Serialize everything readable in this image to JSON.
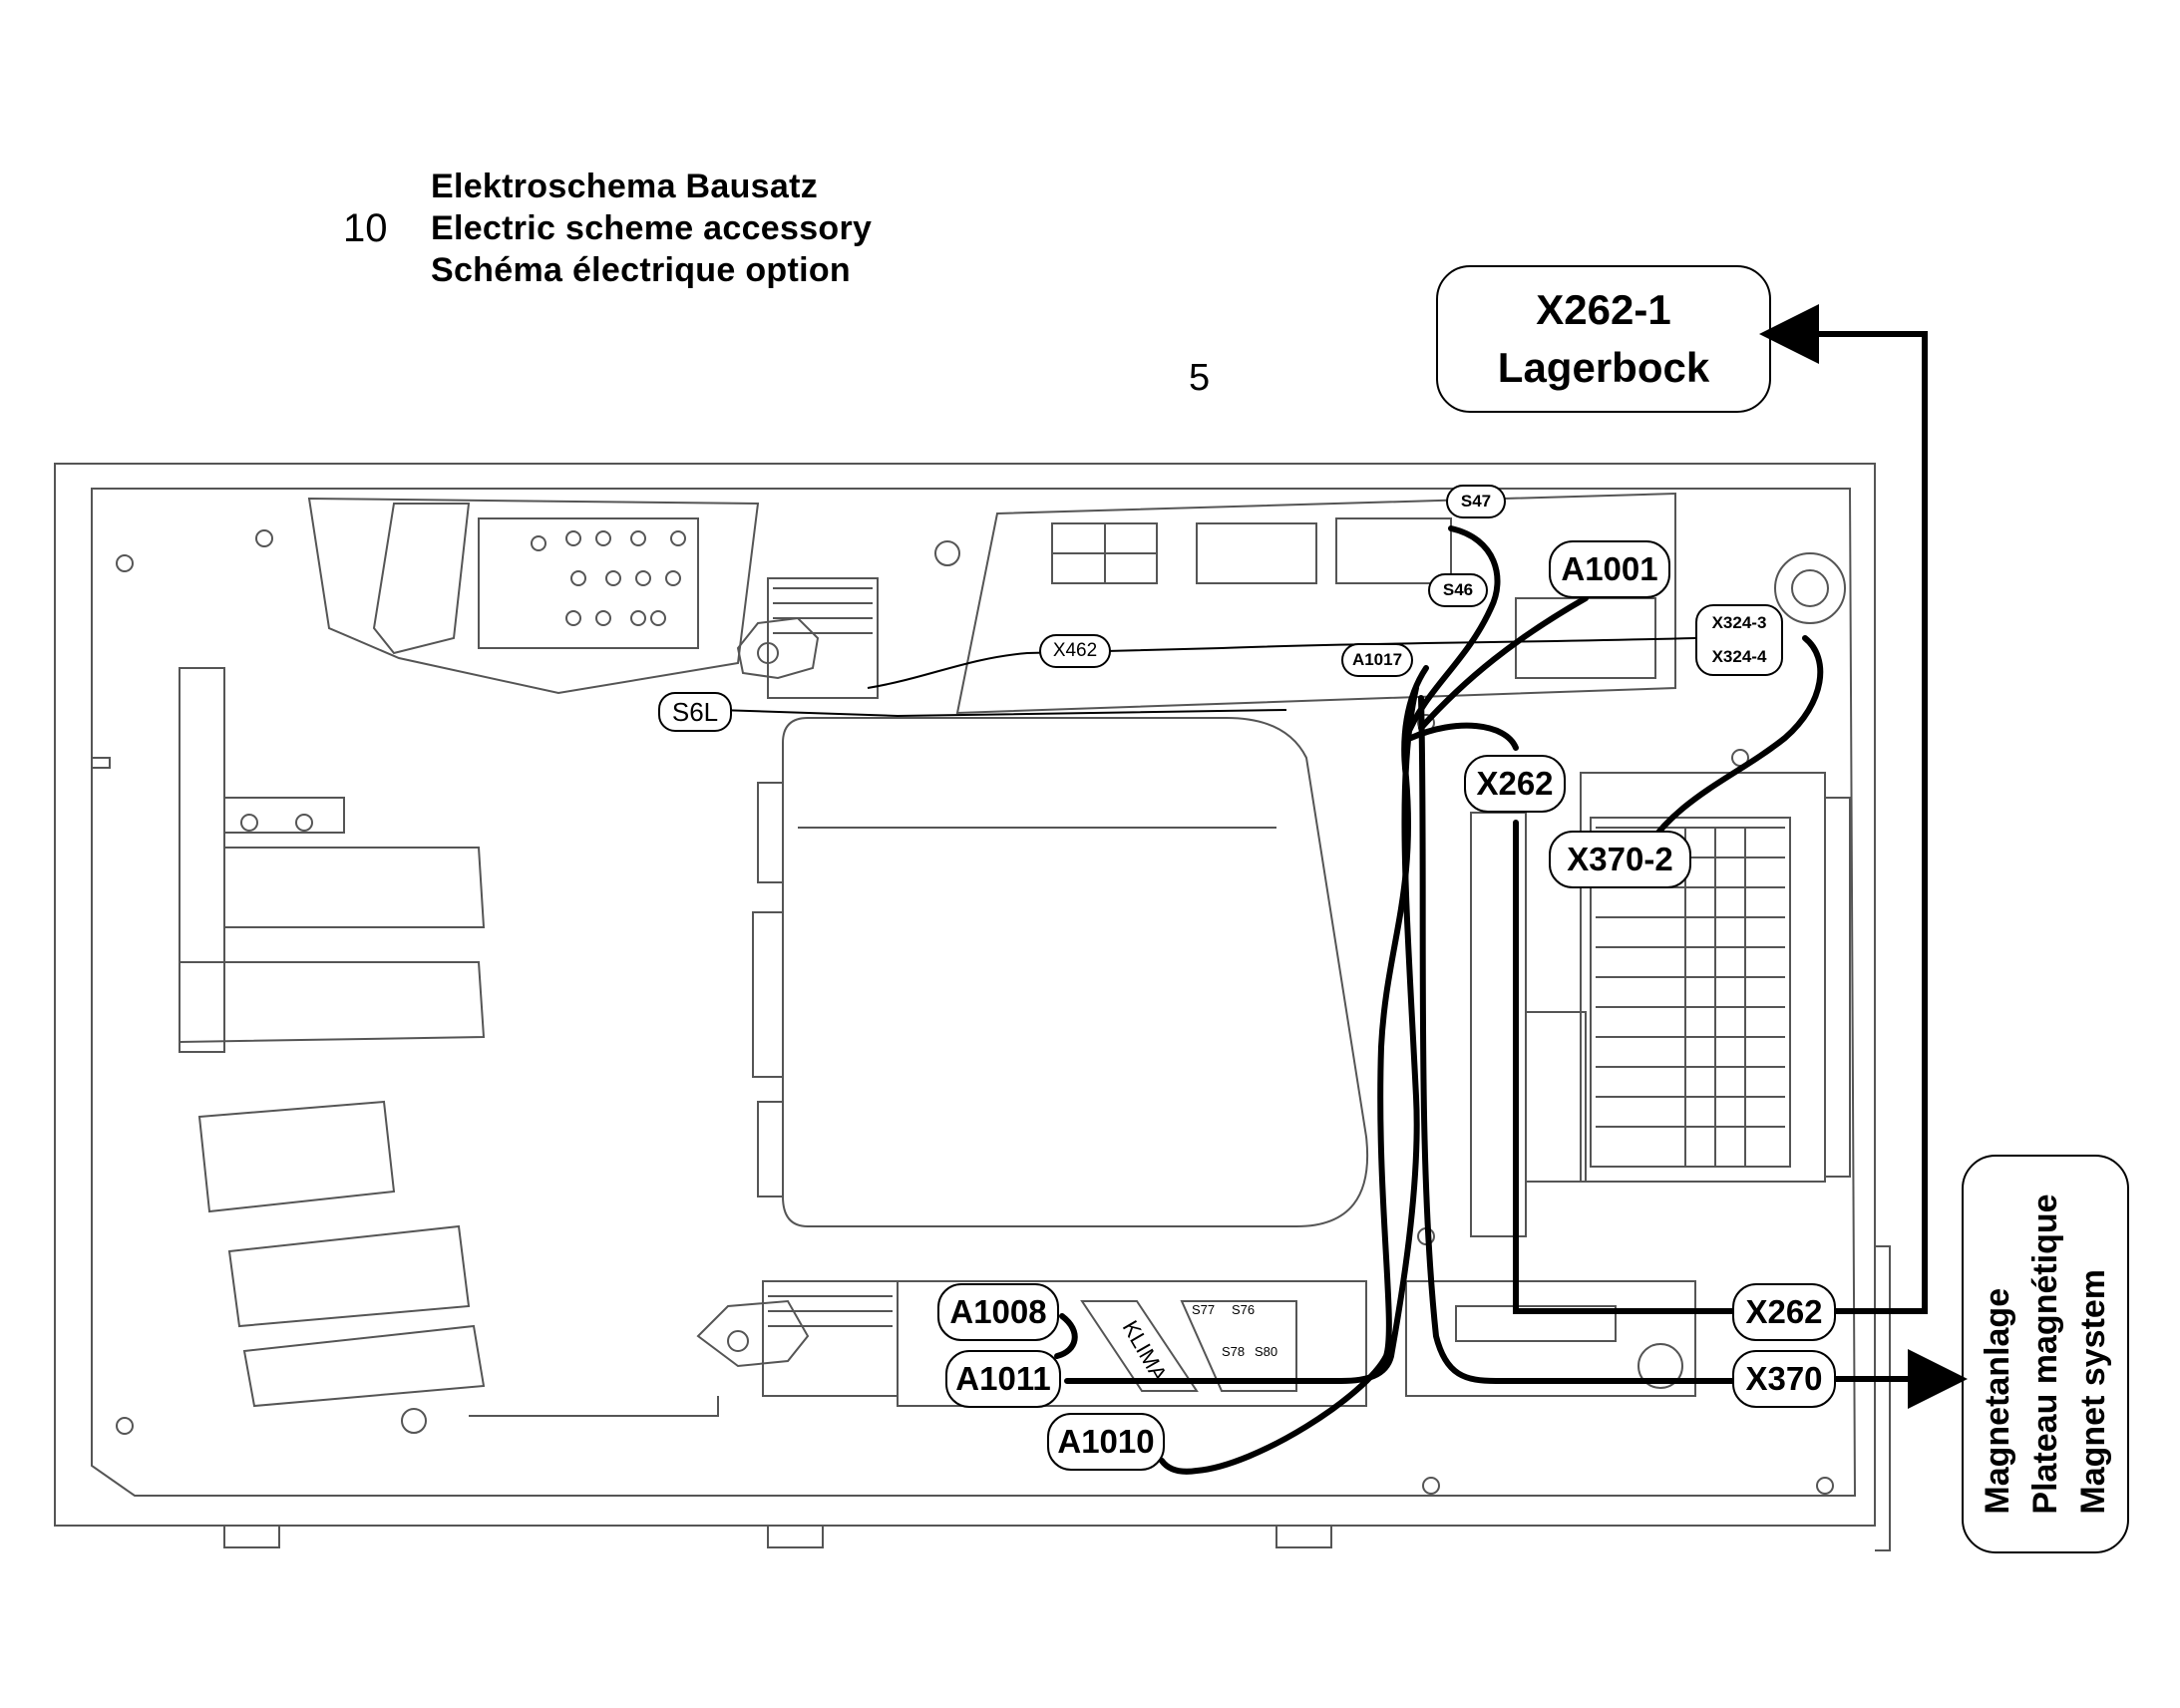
{
  "header": {
    "section_number": "10",
    "title_de": "Elektroschema Bausatz",
    "title_en": "Electric scheme accessory",
    "title_fr": "Schéma électrique option"
  },
  "page_number": "5",
  "ref_box": {
    "line1": "X262-1",
    "line2": "Lagerbock"
  },
  "magnet_box": {
    "line1": "Magnetanlage",
    "line2": "Plateau magnétique",
    "line3": "Magnet system"
  },
  "labels": {
    "s47": "S47",
    "s46": "S46",
    "a1001": "A1001",
    "x324_3": "X324-3",
    "x324_4": "X324-4",
    "x462": "X462",
    "a1017": "A1017",
    "s6l": "S6L",
    "x262_top": "X262",
    "x370_2": "X370-2",
    "a1008": "A1008",
    "a1011": "A1011",
    "a1010": "A1010",
    "x262_bottom": "X262",
    "x370": "X370",
    "klima": "KLIMA",
    "s77": "S77",
    "s76": "S76",
    "s78": "S78",
    "s80": "S80"
  },
  "colors": {
    "line": "#000000",
    "background": "#ffffff",
    "outline": "#555555"
  }
}
